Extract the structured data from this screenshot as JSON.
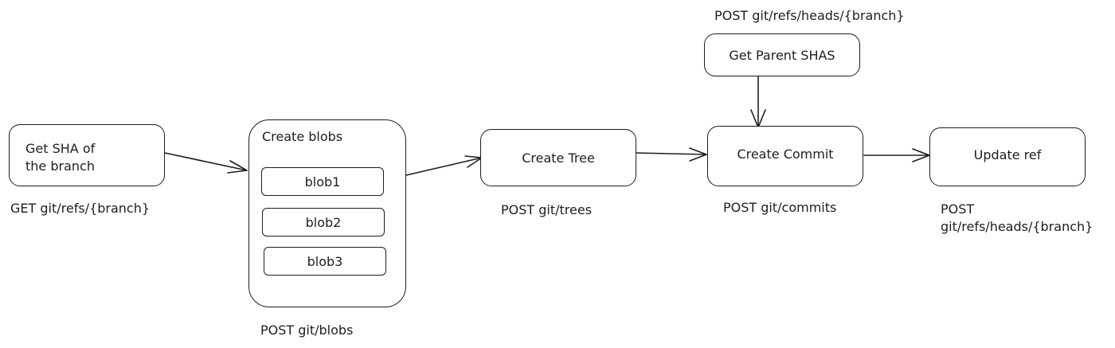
{
  "nodes": {
    "get_sha": "Get SHA of\nthe branch",
    "create_blobs": "Create blobs",
    "blobs": [
      "blob1",
      "blob2",
      "blob3"
    ],
    "create_tree": "Create Tree",
    "get_parent": "Get Parent SHAS",
    "create_commit": "Create Commit",
    "update_ref": "Update ref"
  },
  "api_labels": {
    "get_sha": "GET git/refs/{branch}",
    "blobs": "POST git/blobs",
    "tree": "POST git/trees",
    "commit": "POST git/commits",
    "parent": "POST git/refs/heads/{branch}",
    "update_ref": "POST\ngit/refs/heads/{branch}"
  },
  "colors": {
    "stroke": "#1e1e1e",
    "background": "#ffffff"
  }
}
